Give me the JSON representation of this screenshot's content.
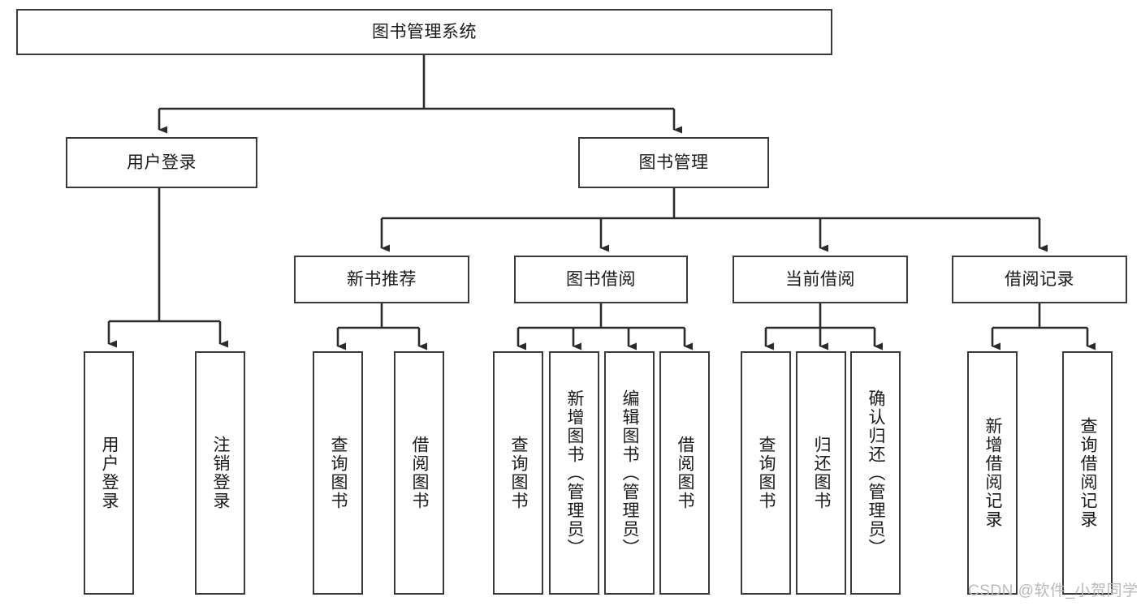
{
  "diagram": {
    "type": "tree",
    "title": "图书管理系统",
    "root": {
      "label": "图书管理系统"
    },
    "level2": [
      {
        "label": "用户登录"
      },
      {
        "label": "图书管理"
      }
    ],
    "level3": [
      {
        "label": "新书推荐"
      },
      {
        "label": "图书借阅"
      },
      {
        "label": "当前借阅"
      },
      {
        "label": "借阅记录"
      }
    ],
    "leaves": {
      "user_login": [
        {
          "label": "用户登录"
        },
        {
          "label": "注销登录"
        }
      ],
      "new_book_recommend": [
        {
          "label": "查询图书"
        },
        {
          "label": "借阅图书"
        }
      ],
      "book_borrow": [
        {
          "label": "查询图书"
        },
        {
          "label": "新增图书（管理员）"
        },
        {
          "label": "编辑图书（管理员）"
        },
        {
          "label": "借阅图书"
        }
      ],
      "current_borrow": [
        {
          "label": "查询图书"
        },
        {
          "label": "归还图书"
        },
        {
          "label": "确认归还（管理员）"
        }
      ],
      "borrow_record": [
        {
          "label": "新增借阅记录"
        },
        {
          "label": "查询借阅记录"
        }
      ]
    }
  },
  "watermark": {
    "text": "CSDN @软件_小贺同学"
  },
  "colors": {
    "border": "#3a3a3a",
    "line": "#2b2b2b",
    "text": "#1a1a1a",
    "background": "#ffffff",
    "watermark": "#b9b9b9"
  }
}
